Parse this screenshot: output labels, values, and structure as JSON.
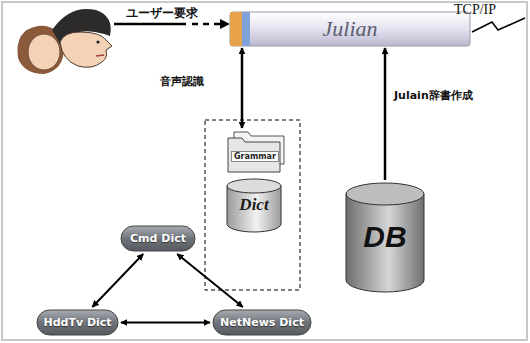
{
  "diagram": {
    "nodes": [
      {
        "text": [
          "Julian"
        ]
      },
      {
        "text": [
          "Grammar"
        ]
      },
      {
        "text": [
          "Dict"
        ]
      },
      {
        "text": [
          "DB"
        ]
      },
      {
        "text": [
          "Cmd Dict"
        ]
      },
      {
        "text": [
          "HddTv Dict"
        ]
      },
      {
        "text": [
          "NetNews Dict"
        ]
      }
    ],
    "edges": [
      {
        "from": 0,
        "to": 1,
        "arrow": "both",
        "label": "音声認識"
      },
      {
        "from": 3,
        "to": 0,
        "arrow": "to",
        "label": "Julain辞書作成"
      },
      {
        "from": 4,
        "to": 5,
        "arrow": "both"
      },
      {
        "from": 5,
        "to": 6,
        "arrow": "both"
      },
      {
        "from": 4,
        "to": 6,
        "arrow": "both"
      }
    ],
    "labels": [
      "ユーザー要求",
      "TCP/IP"
    ]
  }
}
